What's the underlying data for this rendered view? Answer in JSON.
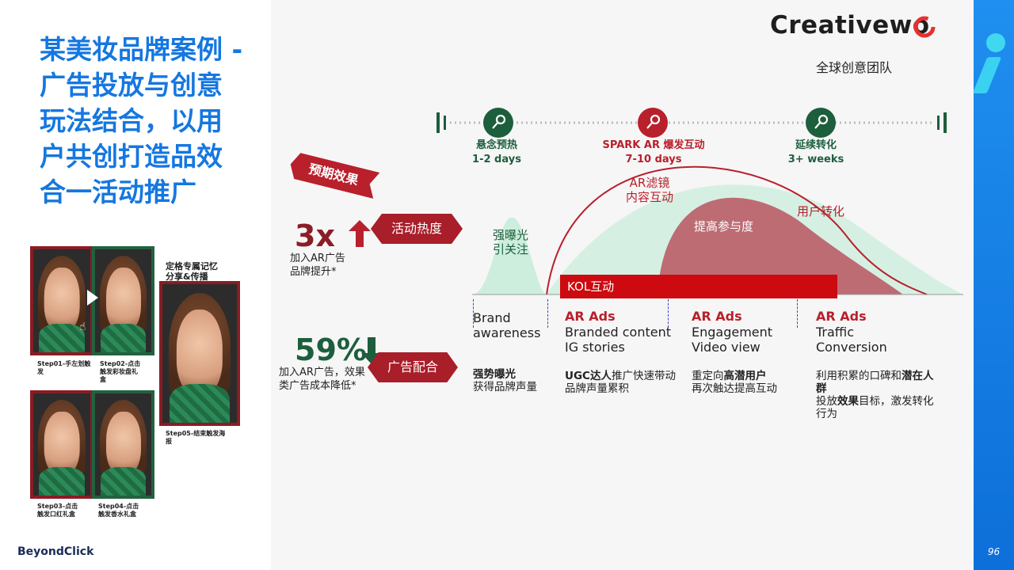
{
  "title": "某美妆品牌案例 -\n广告投放与创意\n玩法结合，以用\n户共创打造品效\n合一活动推广",
  "brand_footer": "BeyondClick",
  "page_number": "96",
  "logo": {
    "text": "Creativewo",
    "tagline": "全球创意团队"
  },
  "steps": [
    {
      "caption": "Step01-手左划触\n发",
      "sub": ""
    },
    {
      "caption": "Step02-点击\n触发彩妆盘礼\n盒",
      "sub": ""
    },
    {
      "caption": "Step03-点击\n触发口红礼盒",
      "sub": ""
    },
    {
      "caption": "Step04-点击\n触发香水礼盒",
      "sub": ""
    },
    {
      "caption": "Step05-结束触发海\n报",
      "sub": ""
    }
  ],
  "share_caption": "定格专属记忆\n分享&传播",
  "ribbon": "预期效果",
  "metrics": [
    {
      "value": "3x",
      "label": "加入AR广告\n品牌提升*",
      "badge": "活动热度"
    },
    {
      "value": "59%",
      "label": "加入AR广告，效果\n类广告成本降低*",
      "badge": "广告配合"
    }
  ],
  "timeline": {
    "phases": [
      {
        "name": "悬念预热",
        "duration": "1-2 days",
        "color": "#1d5e3d"
      },
      {
        "name": "SPARK AR 爆发互动",
        "duration": "7-10 days",
        "color": "#b8202c"
      },
      {
        "name": "延续转化",
        "duration": "3+ weeks",
        "color": "#1d5e3d"
      }
    ]
  },
  "chart_labels": {
    "exposure": "强曝光\n引关注",
    "ar_filter": "AR滤镜\n内容互动",
    "engagement": "提高参与度",
    "conversion": "用户转化",
    "kol": "KOL互动"
  },
  "columns": [
    {
      "head": "",
      "body": "Brand\nawareness",
      "desc_html": "<b>强势曝光</b><br>获得品牌声量"
    },
    {
      "head": "AR Ads",
      "body": "Branded content\nIG stories",
      "desc_html": "<b>UGC达人</b>推广快速带动<br>品牌声量累积"
    },
    {
      "head": "AR Ads",
      "body": "Engagement\nVideo view",
      "desc_html": "重定向<b>高潜用户</b><br>再次触达提高互动"
    },
    {
      "head": "AR Ads",
      "body": "Traffic\nConversion",
      "desc_html": "利用积累的口碑和<b>潜在人<br>群</b><br>投放<b>效果</b>目标，激发转化<br>行为"
    }
  ]
}
